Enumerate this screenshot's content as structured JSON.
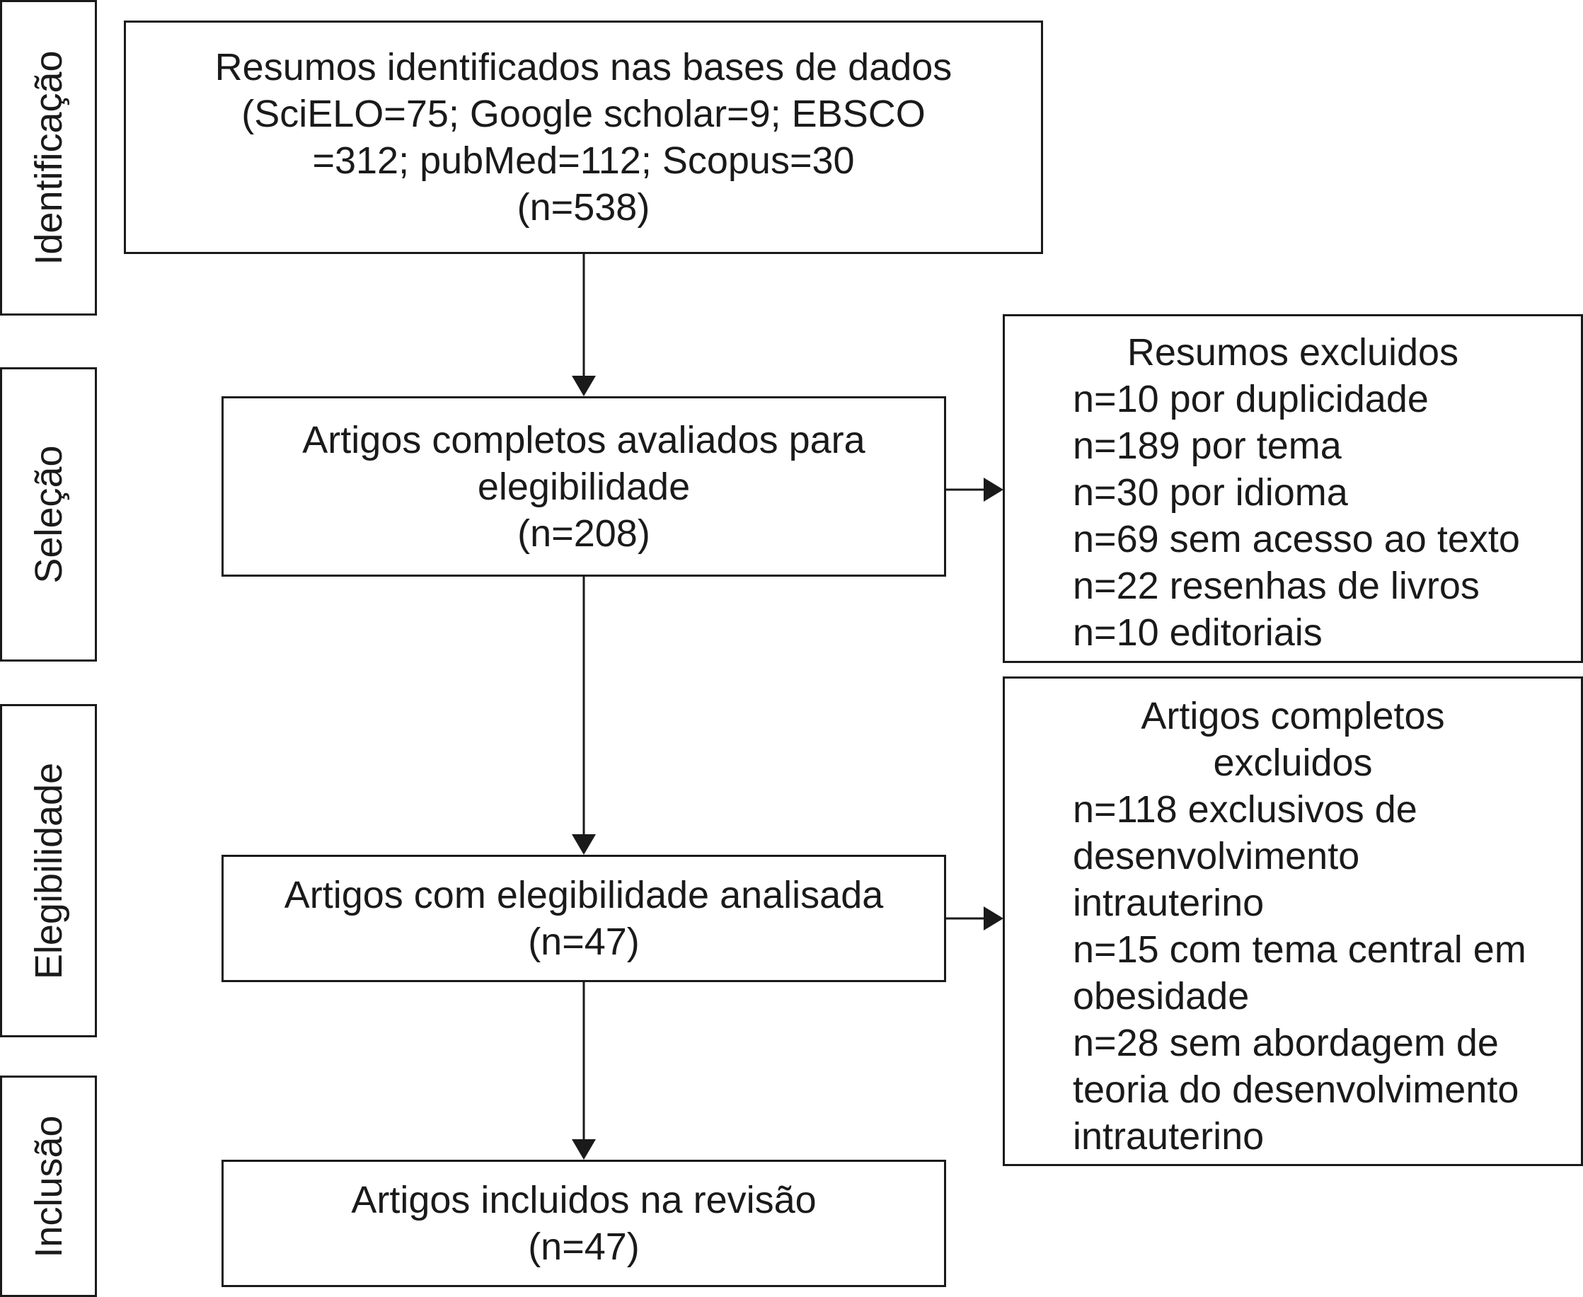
{
  "stages": [
    {
      "id": "identificacao",
      "label": "Identificação"
    },
    {
      "id": "selecao",
      "label": "Seleção"
    },
    {
      "id": "elegibilidade",
      "label": "Elegibilidade"
    },
    {
      "id": "inclusao",
      "label": "Inclusão"
    }
  ],
  "main_boxes": {
    "identificacao": {
      "lines": [
        "Resumos identificados nas bases de dados",
        "(SciELO=75; Google scholar=9; EBSCO",
        "=312; pubMed=112; Scopus=30",
        "(n=538)"
      ]
    },
    "selecao": {
      "lines": [
        "Artigos completos avaliados para",
        "elegibilidade",
        "(n=208)"
      ]
    },
    "elegibilidade": {
      "lines": [
        "Artigos com elegibilidade analisada",
        "(n=47)"
      ]
    },
    "inclusao": {
      "lines": [
        "Artigos incluidos na revisão",
        "(n=47)"
      ]
    }
  },
  "exclusion_boxes": {
    "resumos": {
      "title": [
        "Resumos excluidos"
      ],
      "items": [
        "n=10 por duplicidade",
        "n=189 por tema",
        "n=30 por idioma",
        "n=69 sem acesso ao texto",
        "n=22 resenhas de livros",
        "n=10 editoriais"
      ]
    },
    "artigos": {
      "title": [
        "Artigos completos",
        "excluidos"
      ],
      "items": [
        "n=118 exclusivos de",
        "desenvolvimento",
        "intrauterino",
        "n=15 com tema central em",
        "obesidade",
        "n=28 sem abordagem de",
        "teoria do desenvolvimento",
        "intrauterino"
      ]
    }
  }
}
